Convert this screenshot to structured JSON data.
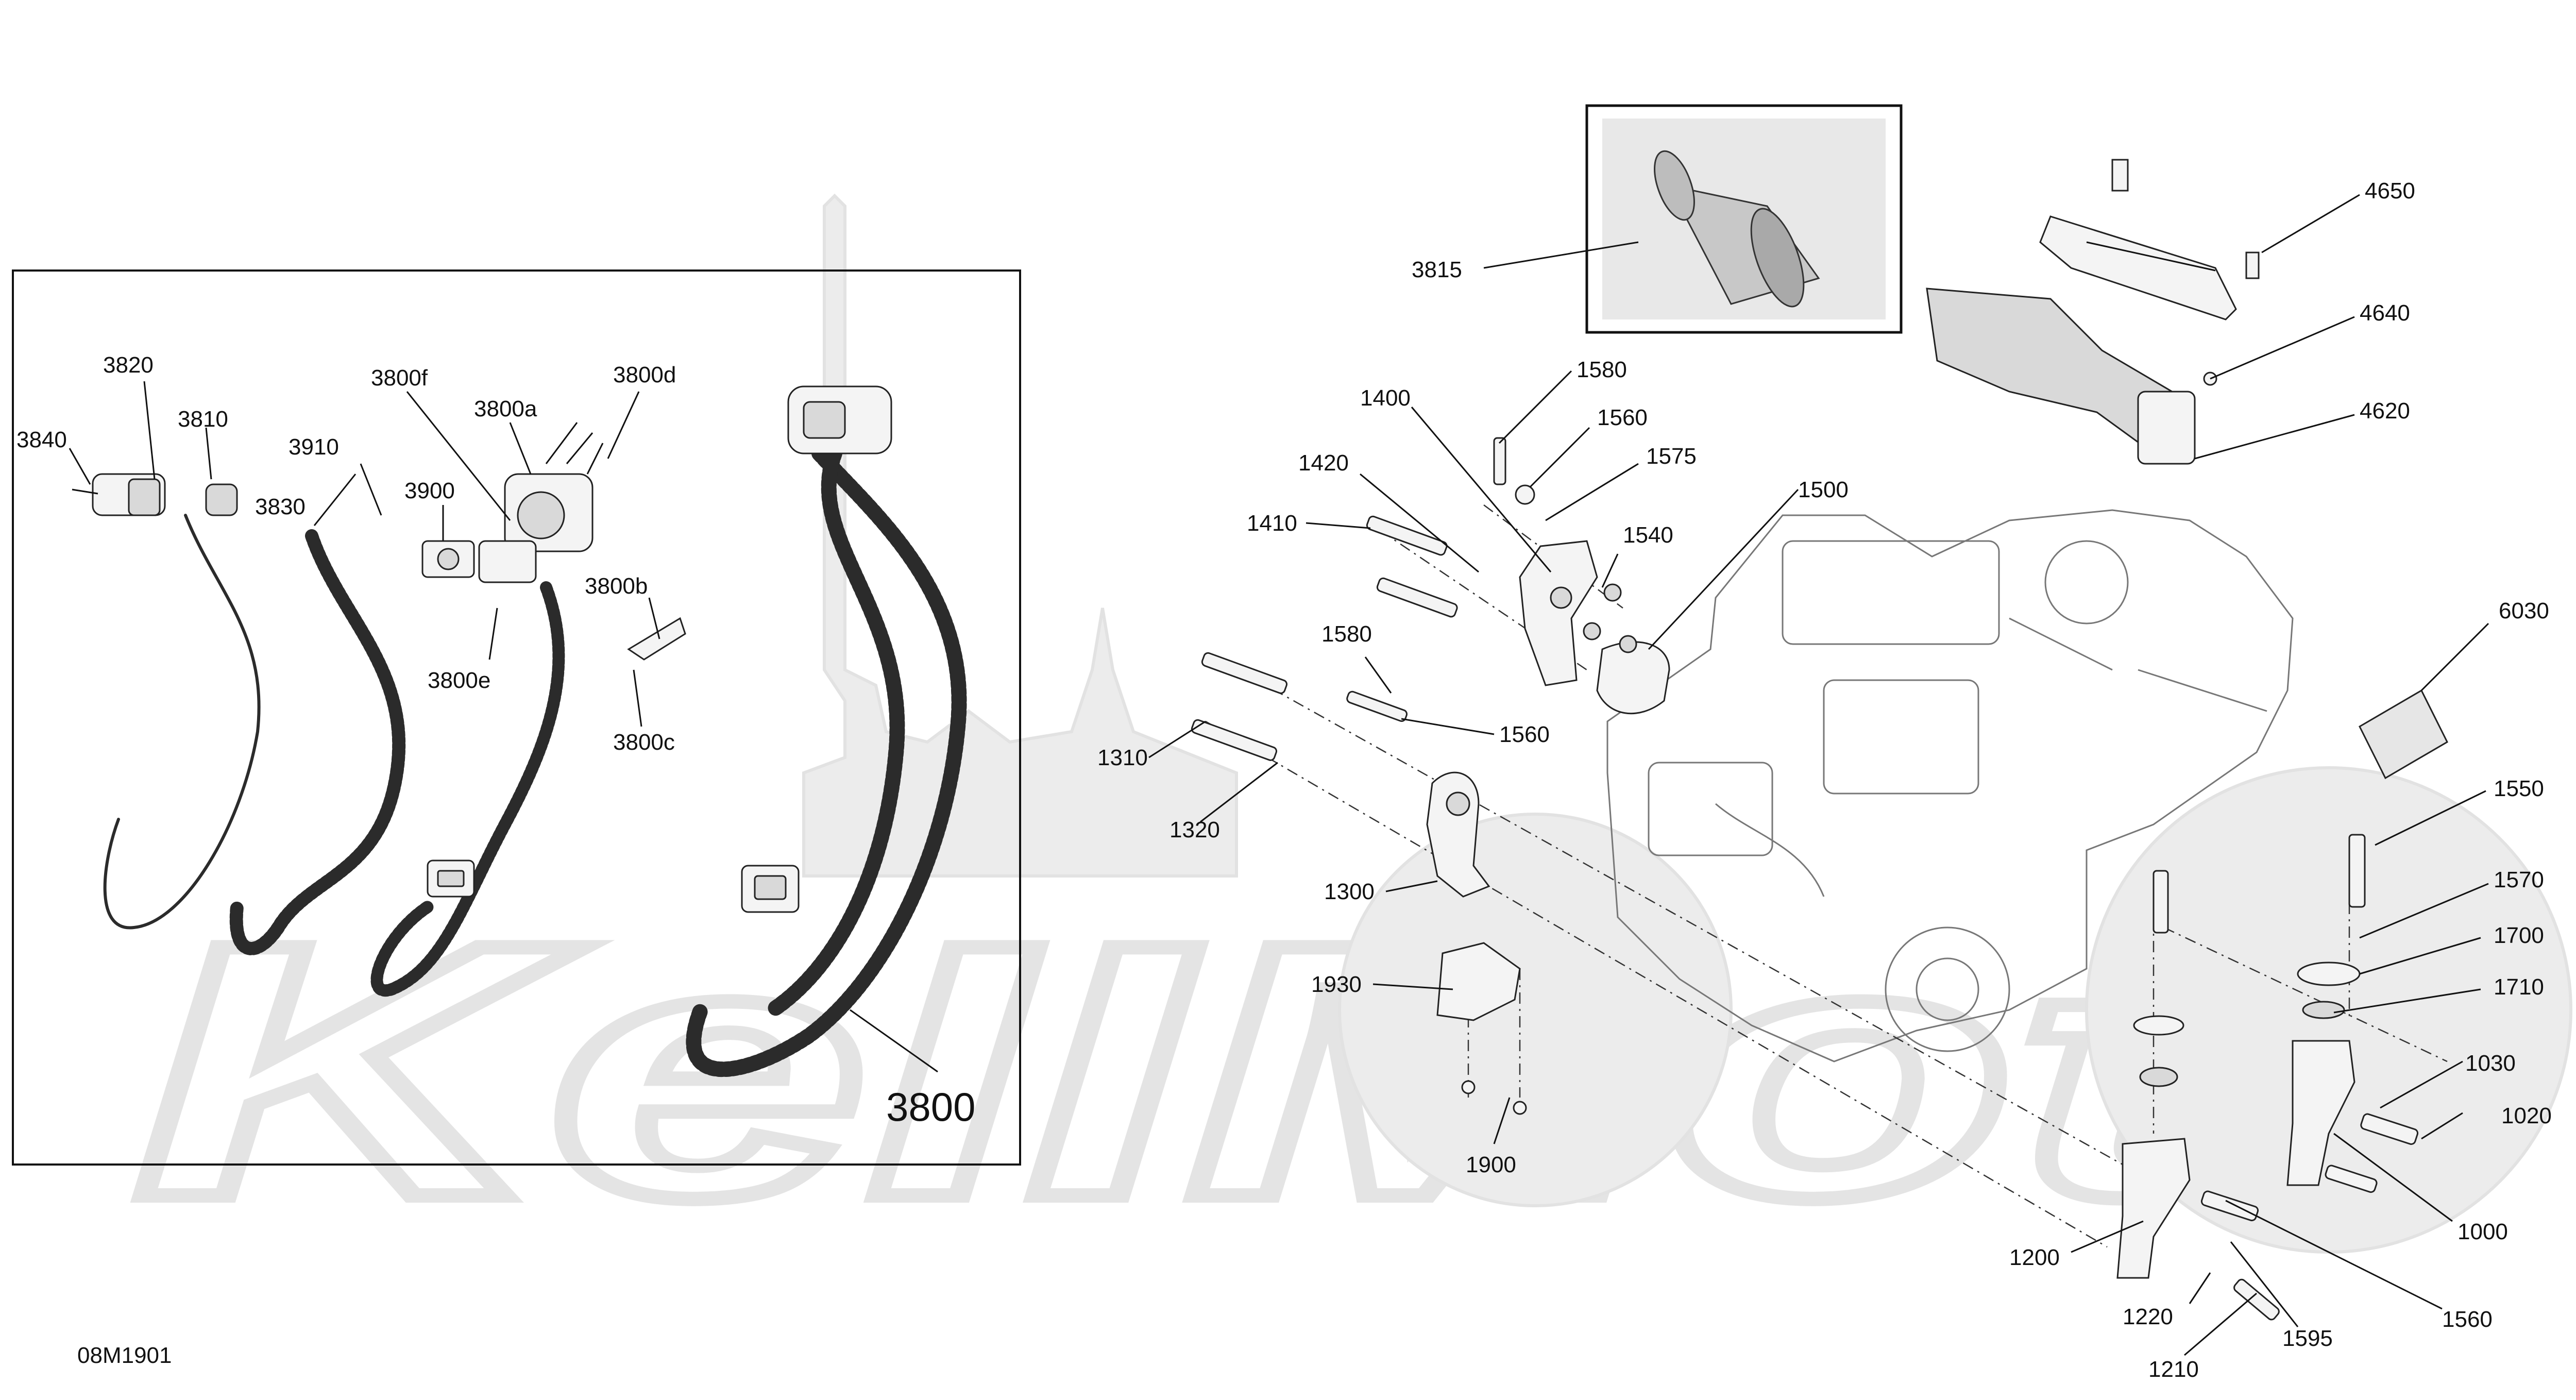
{
  "diagram": {
    "drawing_code": "08M1901",
    "watermark": {
      "text": "KeIIMoto"
    },
    "callouts": [
      {
        "id": "c3840",
        "text": "3840"
      },
      {
        "id": "c3820",
        "text": "3820"
      },
      {
        "id": "c3810",
        "text": "3810"
      },
      {
        "id": "c3830",
        "text": "3830"
      },
      {
        "id": "c3910",
        "text": "3910"
      },
      {
        "id": "c3900",
        "text": "3900"
      },
      {
        "id": "c3800f",
        "text": "3800f"
      },
      {
        "id": "c3800a",
        "text": "3800a"
      },
      {
        "id": "c3800d",
        "text": "3800d"
      },
      {
        "id": "c3800b",
        "text": "3800b"
      },
      {
        "id": "c3800e",
        "text": "3800e"
      },
      {
        "id": "c3800c",
        "text": "3800c"
      },
      {
        "id": "c3800",
        "text": "3800"
      },
      {
        "id": "c3815",
        "text": "3815"
      },
      {
        "id": "c4650",
        "text": "4650"
      },
      {
        "id": "c4640",
        "text": "4640"
      },
      {
        "id": "c4620",
        "text": "4620"
      },
      {
        "id": "c1580a",
        "text": "1580"
      },
      {
        "id": "c1560a",
        "text": "1560"
      },
      {
        "id": "c1575",
        "text": "1575"
      },
      {
        "id": "c1400",
        "text": "1400"
      },
      {
        "id": "c1420",
        "text": "1420"
      },
      {
        "id": "c1410",
        "text": "1410"
      },
      {
        "id": "c1540",
        "text": "1540"
      },
      {
        "id": "c1500",
        "text": "1500"
      },
      {
        "id": "c1580b",
        "text": "1580"
      },
      {
        "id": "c1560b",
        "text": "1560"
      },
      {
        "id": "c1310",
        "text": "1310"
      },
      {
        "id": "c1320",
        "text": "1320"
      },
      {
        "id": "c1300",
        "text": "1300"
      },
      {
        "id": "c1930",
        "text": "1930"
      },
      {
        "id": "c1900",
        "text": "1900"
      },
      {
        "id": "c6030",
        "text": "6030"
      },
      {
        "id": "c1550",
        "text": "1550"
      },
      {
        "id": "c1570",
        "text": "1570"
      },
      {
        "id": "c1700",
        "text": "1700"
      },
      {
        "id": "c1710",
        "text": "1710"
      },
      {
        "id": "c1030",
        "text": "1030"
      },
      {
        "id": "c1020",
        "text": "1020"
      },
      {
        "id": "c1000",
        "text": "1000"
      },
      {
        "id": "c1200",
        "text": "1200"
      },
      {
        "id": "c1560c",
        "text": "1560"
      },
      {
        "id": "c1220",
        "text": "1220"
      },
      {
        "id": "c1595",
        "text": "1595"
      },
      {
        "id": "c1210",
        "text": "1210"
      }
    ]
  }
}
